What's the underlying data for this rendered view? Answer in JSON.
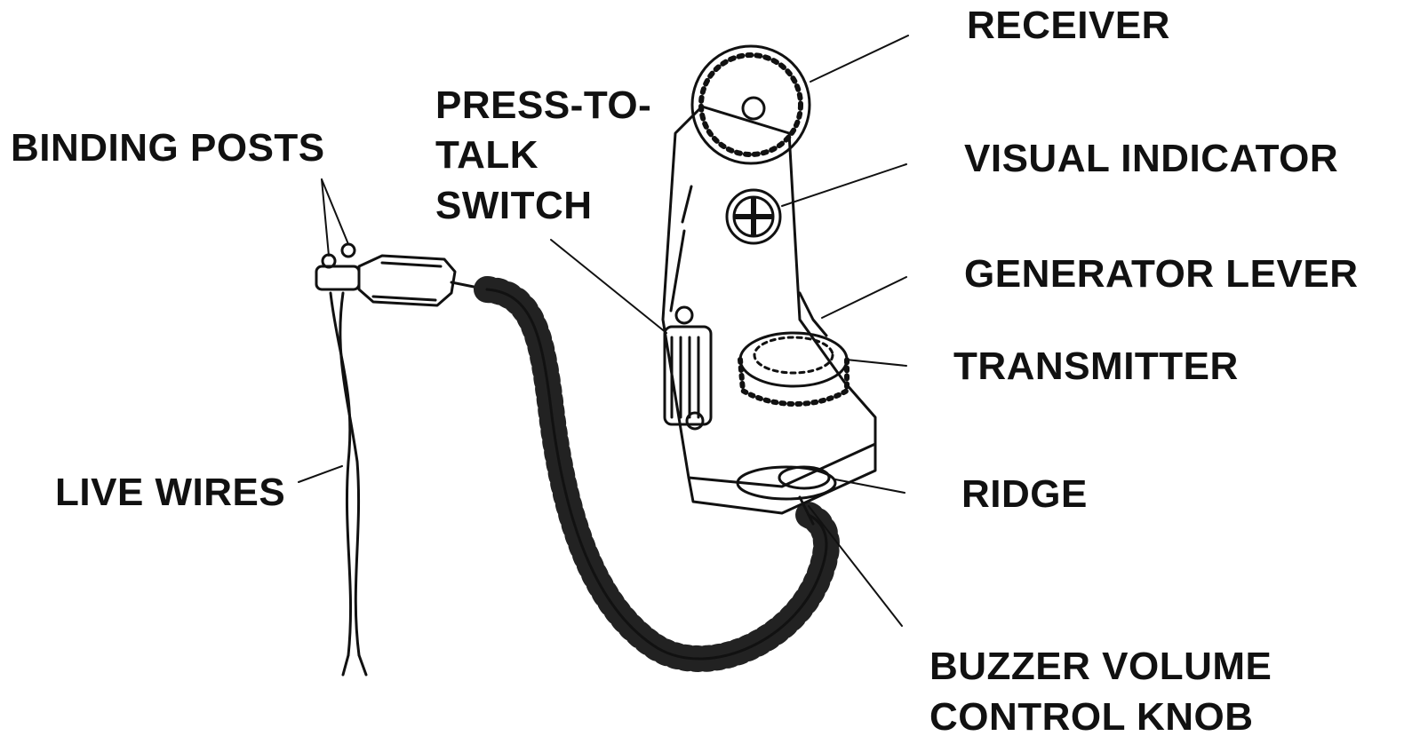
{
  "diagram": {
    "labels": {
      "receiver": "RECEIVER",
      "visual_indicator": "VISUAL INDICATOR",
      "generator_lever": "GENERATOR LEVER",
      "transmitter": "TRANSMITTER",
      "ridge": "RIDGE",
      "buzzer_line1": "BUZZER VOLUME",
      "buzzer_line2": "CONTROL KNOB",
      "ptt_line1": "PRESS-TO-",
      "ptt_line2": "TALK",
      "ptt_line3": "SWITCH",
      "binding_posts": "BINDING POSTS",
      "live_wires": "LIVE WIRES"
    },
    "colors": {
      "ink": "#111111",
      "background": "#ffffff"
    }
  }
}
